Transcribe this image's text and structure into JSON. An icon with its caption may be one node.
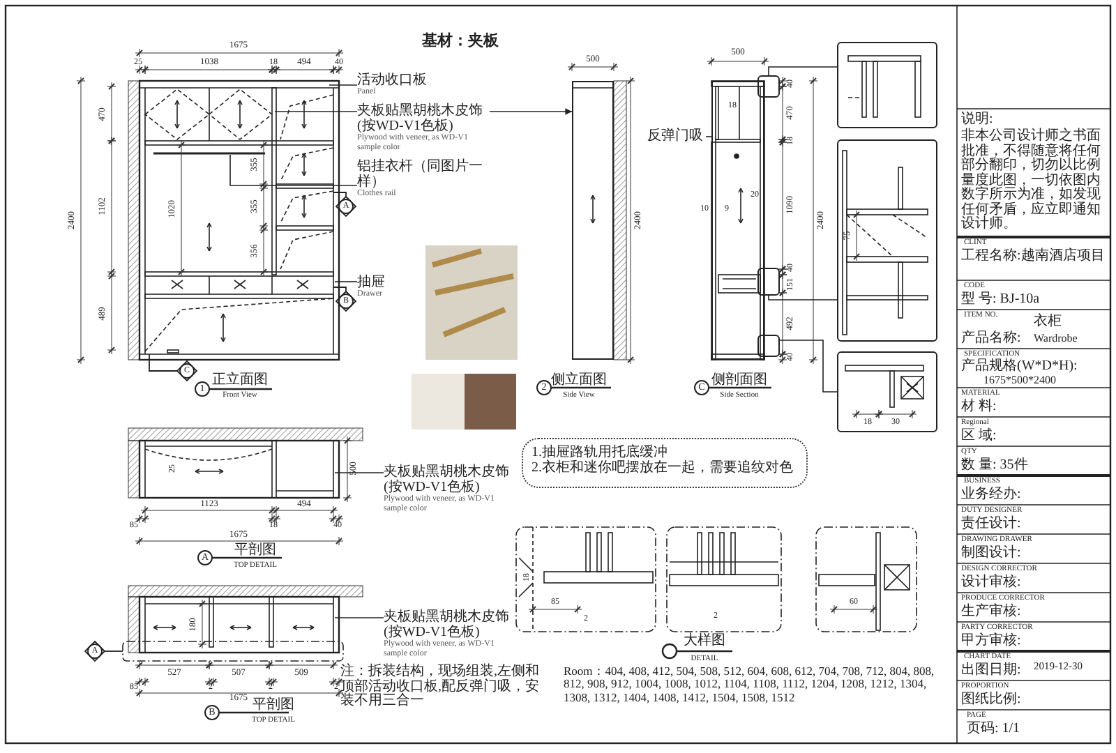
{
  "diagram": {
    "nodes": [
      {
        "text": [
          "活动收口板",
          "Panel"
        ]
      },
      {
        "text": [
          "夹板贴黑胡桃木皮饰 (按WD-V1色板)",
          "Plywood with veneer, as WD-V1 sample color"
        ]
      },
      {
        "text": [
          "铝挂衣杆（同图片一样）",
          "Clothes rail"
        ]
      },
      {
        "text": [
          "抽屉",
          "Drawer"
        ]
      },
      {
        "text": [
          "反弹门吸"
        ]
      },
      {
        "text": [
          "夹板贴黑胡桃木皮饰 (按WD-V1色板)",
          "Plywood with veneer, as WD-V1 sample color"
        ]
      },
      {
        "text": [
          "夹板贴黑胡桃木皮饰 (按WD-V1色板)",
          "Plywood with veneer, as WD-V1 sample color"
        ]
      },
      {
        "text": [
          "1.抽屉路轨用托底缓冲",
          "2.衣柜和迷你吧摆放在一起，需要追纹对色"
        ]
      },
      {
        "text": [],
        "shape": "box"
      },
      {
        "text": [],
        "shape": "box"
      },
      {
        "text": [],
        "shape": "box"
      },
      {
        "text": [],
        "shape": "box"
      },
      {
        "text": [],
        "shape": "box"
      },
      {
        "text": [],
        "shape": "box"
      },
      {
        "text": [],
        "shape": "box"
      },
      {
        "text": [],
        "shape": "box"
      }
    ],
    "edges": [
      {
        "from": 0,
        "to": null,
        "arrow": "none"
      },
      {
        "from": 1,
        "to": null,
        "arrow": "none"
      },
      {
        "from": 1,
        "to": 14,
        "arrow": "to"
      },
      {
        "from": 2,
        "to": null,
        "arrow": "none"
      },
      {
        "from": 3,
        "to": null,
        "arrow": "none"
      },
      {
        "from": 4,
        "to": 15,
        "arrow": "none"
      },
      {
        "from": 5,
        "to": null,
        "arrow": "none"
      },
      {
        "from": 6,
        "to": null,
        "arrow": "none"
      },
      {
        "from": 8,
        "to": 11,
        "arrow": "none"
      },
      {
        "from": 9,
        "to": 12,
        "arrow": "none"
      },
      {
        "from": 10,
        "to": 13,
        "arrow": "none"
      }
    ],
    "labels": [
      "基材：夹板",
      "1675",
      "25",
      "1038",
      "18",
      "494",
      "40",
      "2400",
      "470",
      "1102",
      "489",
      "1020",
      "355",
      "355",
      "356",
      "1",
      "正立面图",
      "Front View",
      "A",
      "B",
      "C",
      "500",
      "2400",
      "2",
      "侧立面图",
      "Side View",
      "500",
      "40",
      "470",
      "18",
      "18",
      "20",
      "10",
      "9",
      "1090",
      "2400",
      "40",
      "151",
      "492",
      "40",
      "C",
      "侧剖面图",
      "Side Section",
      "75",
      "18",
      "30",
      "25",
      "500",
      "1123",
      "494",
      "85",
      "18",
      "40",
      "1675",
      "A",
      "平剖图",
      "TOP DETAIL",
      "180",
      "527",
      "507",
      "509",
      "85",
      "2",
      "2",
      "2",
      "1675",
      "B",
      "平剖图",
      "TOP DETAIL",
      "A",
      "注：拆装结构，现场组装,左侧和顶部活动收口板,配反弹门吸，安装不用三合一",
      "18",
      "85",
      "2",
      "2",
      "60",
      "大样图",
      "DETAIL",
      "Room：404, 408, 412, 504, 508, 512, 604, 608, 612, 704, 708, 712, 804, 808, 812, 908, 912, 1004, 1008, 1012, 1104, 1108, 1112, 1204, 1208, 1212, 1304, 1308, 1312, 1404, 1408, 1412, 1504, 1508, 1512",
      "说明:",
      "非本公司设计师之书面批准，不得随意将任何部分翻印，切勿以比例量度此图，一切依图内数字所示为准，如发现任何矛盾，应立即通知设计师。",
      "CLINT",
      "工程名称:越南酒店项目",
      "CODE",
      "型 号: BJ-10a",
      "ITEM NO.",
      "衣柜",
      "产品名称:",
      "Wardrobe",
      "SPECIFICATION",
      "产品规格(W*D*H):",
      "1675*500*2400",
      "MATERIAL",
      "材 料:",
      "Regional",
      "区 域:",
      "QTY",
      "数 量: 35件",
      "BUSINESS",
      "业务经办:",
      "DUTY DESIGNER",
      "责任设计:",
      "DRAWING DRAWER",
      "制图设计:",
      "DESIGN CORRECTOR",
      "设计审核:",
      "PRODUCE CORRECTOR",
      "生产审核:",
      "PARTY CORRECTOR",
      "甲方审核:",
      "CHART DATE",
      "出图日期:",
      "2019-12-30",
      "PROPORTION",
      "图纸比例:",
      "PAGE",
      "页码: 1/1"
    ]
  }
}
